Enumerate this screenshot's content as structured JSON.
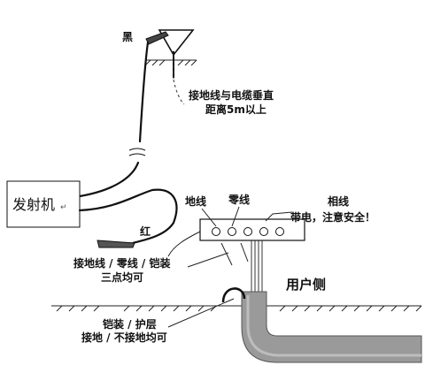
{
  "labels": {
    "black_clip": "黑",
    "red_clip": "红",
    "ground_note_line1": "接地线与电缆垂直",
    "ground_note_line2": "距离5m以上",
    "transmitter": "发射机",
    "transmitter_mark": "↵",
    "ground_wire": "地线",
    "neutral_wire": "零线",
    "phase_wire": "相线",
    "warning": "带电，注意安全！",
    "connect_line1": "接地线 / 零线 / 铠装",
    "connect_line2": "三点均可",
    "user_side": "用户侧",
    "armor_line1": "铠装 / 护层",
    "armor_line2": "接地 / 不接地均可"
  }
}
